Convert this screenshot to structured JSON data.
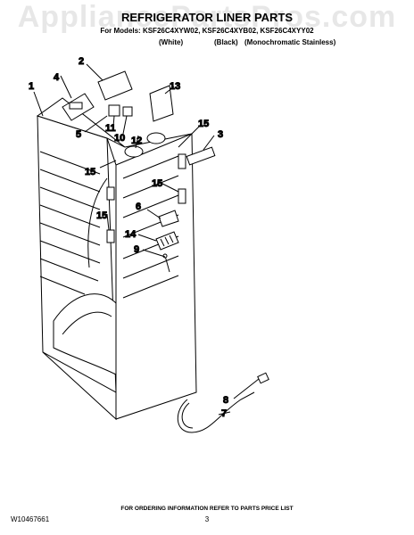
{
  "watermark": "AppliancePartsPros.com",
  "header": {
    "title": "REFRIGERATOR LINER PARTS",
    "models": "For Models: KSF26C4XYW02, KSF26C4XYB02, KSF26C4XYY02",
    "color_white": "(White)",
    "color_black": "(Black)",
    "color_stainless": "(Monochromatic Stainless)"
  },
  "callouts": {
    "c1": "1",
    "c2": "2",
    "c3": "3",
    "c4": "4",
    "c5": "5",
    "c6": "6",
    "c7": "7",
    "c8": "8",
    "c9": "9",
    "c10": "10",
    "c11": "11",
    "c12": "12",
    "c13": "13",
    "c14": "14",
    "c15a": "15",
    "c15b": "15",
    "c15c": "15",
    "c15d": "15"
  },
  "footer": {
    "order_note": "FOR ORDERING INFORMATION REFER TO PARTS PRICE LIST",
    "doc_id": "W10467661",
    "page": "3"
  }
}
